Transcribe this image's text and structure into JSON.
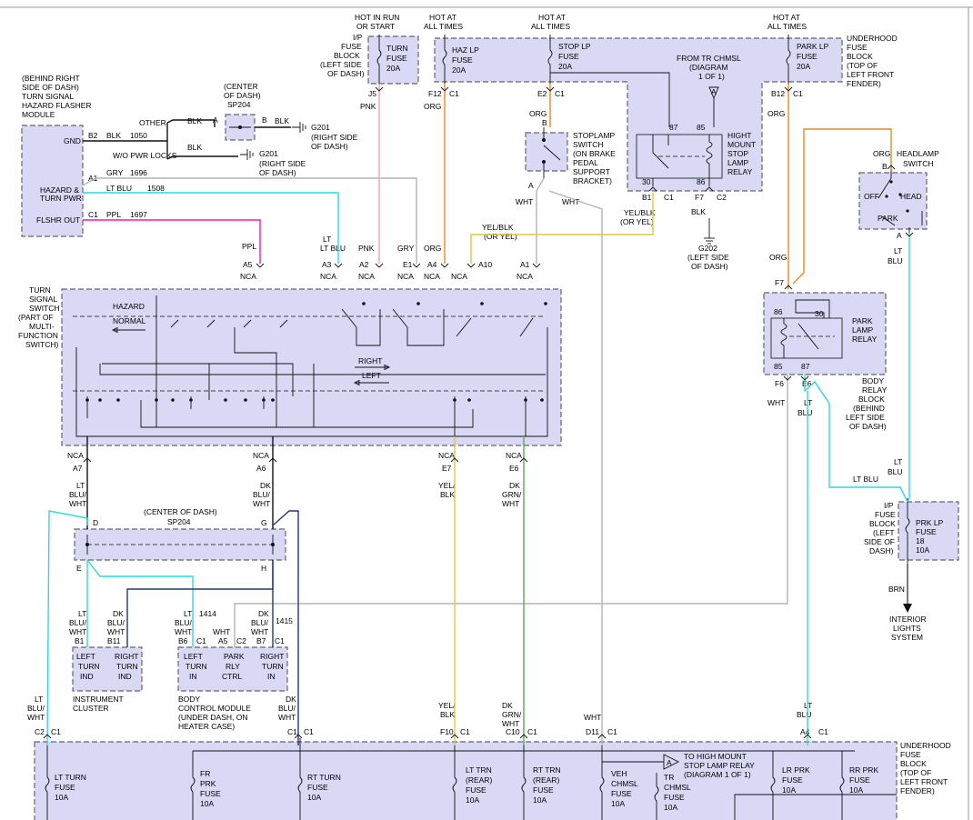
{
  "colors": {
    "ltblu": "#2fd8e0",
    "pnk": "#f3a6b4",
    "org": "#e8881c",
    "ppl": "#e020c8",
    "yel": "#d8cc3c",
    "grn": "#5aa85a",
    "gry": "#b4b4b4",
    "box": "#d9d9f5"
  },
  "hazard": {
    "title": [
      "(BEHIND RIGHT",
      "SIDE OF DASH)",
      "TURN SIGNAL",
      "HAZARD FLASHER",
      "MODULE"
    ],
    "pin_gnd": "GND",
    "pin_pwr": [
      "HAZARD &",
      "TURN PWR"
    ],
    "pin_out": "FLSHR OUT",
    "b2": "B2",
    "b2_color": "BLK",
    "b2_circuit": "1050",
    "a1": "A1",
    "a1_color": "GRY",
    "a1_circuit": "1696",
    "c1": "C1",
    "c1_color": "PPL",
    "c1_circuit": "1697",
    "ltblu_label": "LT BLU",
    "ltblu_circuit": "1508"
  },
  "sp204_top": {
    "title": [
      "(CENTER",
      "OF DASH)",
      "SP204"
    ],
    "pin_a": "A",
    "pin_b": "B",
    "other": "OTHER",
    "wo_pwr": "W/O PWR LOCKS",
    "blk1": "BLK",
    "blk2": "BLK",
    "blk3": "BLK",
    "g201a": "G201",
    "g201a_note": [
      "(RIGHT SIDE",
      "OF DASH)"
    ],
    "g201b": "G201",
    "g201b_note": [
      "(RIGHT SIDE",
      "OF DASH)"
    ]
  },
  "ip_fuse_top": {
    "hot": [
      "HOT IN RUN",
      "OR START"
    ],
    "title": [
      "I/P",
      "FUSE",
      "BLOCK",
      "(LEFT SIDE",
      "OF DASH)"
    ],
    "fuse": [
      "TURN",
      "FUSE",
      "20A"
    ],
    "pin": "J5",
    "color": "PNK"
  },
  "underhood_top": {
    "hot_haz": [
      "HOT AT",
      "ALL TIMES"
    ],
    "hot_stop": [
      "HOT AT",
      "ALL TIMES"
    ],
    "hot_park": [
      "HOT AT",
      "ALL TIMES"
    ],
    "haz_fuse": [
      "HAZ LP",
      "FUSE",
      "20A"
    ],
    "stop_fuse": [
      "STOP LP",
      "FUSE",
      "20A"
    ],
    "park_fuse": [
      "PARK LP",
      "FUSE",
      "20A"
    ],
    "from_tr": [
      "FROM TR CHMSL",
      "(DIAGRAM",
      "1 OF 1)"
    ],
    "title": [
      "UNDERHOOD",
      "FUSE",
      "BLOCK",
      "(TOP OF",
      "LEFT FRONT",
      "FENDER)"
    ],
    "f12": "F12",
    "f12c": "C1",
    "e2": "E2",
    "e2c": "C1",
    "b12": "B12",
    "b12c": "C1",
    "org1": "ORG",
    "org2": "ORG",
    "org3": "ORG",
    "relay": [
      "HIGHT",
      "MOUNT",
      "STOP",
      "LAMP",
      "RELAY"
    ],
    "p87": "87",
    "p85": "85",
    "p30": "30",
    "p86": "86",
    "b1": "B1",
    "b1c": "C1",
    "f7": "F7",
    "f7c": "C2",
    "blk": "BLK",
    "g202": "G202",
    "g202_note": [
      "(LEFT SIDE",
      "OF DASH)"
    ],
    "yelblk": "YEL/BLK",
    "oryel": "(OR YEL)"
  },
  "stoplamp": {
    "label": [
      "STOPLAMP",
      "SWITCH",
      "(ON BRAKE",
      "PEDAL",
      "SUPPORT",
      "BRACKET)"
    ],
    "org": "ORG",
    "b": "B",
    "a": "A",
    "wht1": "WHT",
    "wht2": "WHT"
  },
  "headlamp": {
    "label": [
      "HEADLAMP",
      "SWITCH"
    ],
    "org": "ORG",
    "b": "B",
    "off": "OFF",
    "head": "HEAD",
    "park": "PARK",
    "a": "A",
    "ltblu": [
      "LT",
      "BLU"
    ]
  },
  "turn_switch": {
    "title": [
      "TURN",
      "SIGNAL",
      "SWITCH",
      "(PART OF",
      "MULTI-",
      "FUNCTION",
      "SWITCH)"
    ],
    "hazard": "HAZARD",
    "normal": "NORMAL",
    "right": "RIGHT",
    "left": "LEFT",
    "top_wires": [
      {
        "c": "PPL",
        "p": "A5",
        "n": "NCA"
      },
      {
        "c": "LT BLU",
        "p": "A3",
        "n": "NCA"
      },
      {
        "c": "PNK",
        "p": "A2",
        "n": "NCA"
      },
      {
        "c": "GRY",
        "p": "E1",
        "n": "NCA"
      },
      {
        "c": "ORG",
        "p": "A4",
        "n": "NCA"
      },
      {
        "c": "",
        "p": "A10",
        "n": "NCA"
      },
      {
        "c": "",
        "p": "A1",
        "n": "NCA"
      }
    ],
    "yelblk": "YEL/BLK",
    "oryel": "(OR YEL)",
    "bot_wires": [
      {
        "n": "NCA",
        "p": "A7"
      },
      {
        "n": "NCA",
        "p": "A6"
      },
      {
        "n": "NCA",
        "p": "E7"
      },
      {
        "n": "NCA",
        "p": "E6"
      }
    ]
  },
  "mid_wires": {
    "ltbluwht_a": [
      "LT",
      "BLU/",
      "WHT"
    ],
    "dkbluwht_a": [
      "DK",
      "BLU/",
      "WHT"
    ],
    "yelblk": [
      "YEL/",
      "BLK"
    ],
    "dkgrnwht": [
      "DK",
      "GRN/",
      "WHT"
    ]
  },
  "sp204_bot": {
    "title": [
      "(CENTER OF DASH)",
      "SP204"
    ],
    "d": "D",
    "g": "G",
    "e": "E",
    "h": "H"
  },
  "park_relay": {
    "p86": "86",
    "p30": "30",
    "p85": "85",
    "p87": "87",
    "label": [
      "PARK",
      "LAMP",
      "RELAY"
    ],
    "f7": "F7",
    "org": "ORG",
    "f6": "F6",
    "e6": "E6",
    "wht": "WHT",
    "ltblu": [
      "LT",
      "BLU"
    ],
    "block": [
      "BODY",
      "RELAY",
      "BLOCK",
      "(BEHIND",
      "LEFT SIDE",
      "OF DASH)"
    ]
  },
  "prk_fuse": {
    "ltblu1": [
      "LT",
      "BLU"
    ],
    "ltblu2": "LT BLU",
    "block": [
      "I/P",
      "FUSE",
      "BLOCK",
      "(LEFT",
      "SIDE OF",
      "DASH)"
    ],
    "fuse": [
      "PRK LP",
      "FUSE",
      "18",
      "10A"
    ],
    "brn": "BRN",
    "dest": [
      "INTERIOR",
      "LIGHTS",
      "SYSTEM"
    ]
  },
  "cluster": {
    "w1": [
      "LT",
      "BLU/",
      "WHT"
    ],
    "w2": [
      "DK",
      "BLU/",
      "WHT"
    ],
    "p1": "B1",
    "p2": "B11",
    "l1": [
      "LEFT",
      "TURN",
      "IND"
    ],
    "l2": [
      "RIGHT",
      "TURN",
      "IND"
    ],
    "label": [
      "INSTRUMENT",
      "CLUSTER"
    ]
  },
  "bcm": {
    "w1": [
      "LT",
      "BLU/",
      "WHT"
    ],
    "c1414": "1414",
    "wht": "WHT",
    "w2": [
      "DK",
      "BLU/",
      "WHT"
    ],
    "c1415": "1415",
    "p_b6": "B6",
    "p_c1a": "C1",
    "p_a5": "A5",
    "p_c2": "C2",
    "p_b7": "B7",
    "p_c1b": "C1",
    "l1": [
      "LEFT",
      "TURN",
      "IN"
    ],
    "l2": [
      "PARK",
      "RLY",
      "CTRL"
    ],
    "l3": [
      "RIGHT",
      "TURN",
      "IN"
    ],
    "label": [
      "BODY",
      "CONTROL MODULE",
      "(UNDER DASH, ON",
      "HEATER CASE)"
    ]
  },
  "underhood_bot": {
    "w_left": [
      "LT",
      "BLU/",
      "WHT"
    ],
    "w_dk": [
      "DK",
      "BLU/",
      "WHT"
    ],
    "w_yel": [
      "YEL/",
      "BLK"
    ],
    "w_grn": [
      "DK",
      "GRN/",
      "WHT"
    ],
    "w_wht": "WHT",
    "w_lt": [
      "LT",
      "BLU"
    ],
    "pins": [
      {
        "p": "C2",
        "c": "C1"
      },
      {
        "p": "C1",
        "c": "C1"
      },
      {
        "p": "F10",
        "c": "C1"
      },
      {
        "p": "C10",
        "c": "C1"
      },
      {
        "p": "D11",
        "c": "C1"
      },
      {
        "p": "A4",
        "c": "C1"
      }
    ],
    "fuses": [
      [
        "LT TURN",
        "FUSE",
        "10A"
      ],
      [
        "FR",
        "PRK",
        "FUSE",
        "10A"
      ],
      [
        "RT TURN",
        "FUSE",
        "10A"
      ],
      [
        "LT TRN",
        "(REAR)",
        "FUSE",
        "10A"
      ],
      [
        "RT TRN",
        "(REAR)",
        "FUSE",
        "10A"
      ],
      [
        "VEH",
        "CHMSL",
        "FUSE",
        "10A"
      ],
      [
        "TR",
        "CHMSL",
        "FUSE",
        "10A"
      ],
      [
        "LR PRK",
        "FUSE",
        "10A"
      ],
      [
        "RR PRK",
        "FUSE",
        "10A"
      ]
    ],
    "to_relay": [
      "TO HIGH MOUNT",
      "STOP LAMP RELAY",
      "(DIAGRAM 1 OF 1)"
    ],
    "a": "A",
    "title": [
      "UNDERHOOD",
      "FUSE",
      "BLOCK",
      "(TOP OF",
      "LEFT FRONT",
      "FENDER)"
    ]
  }
}
